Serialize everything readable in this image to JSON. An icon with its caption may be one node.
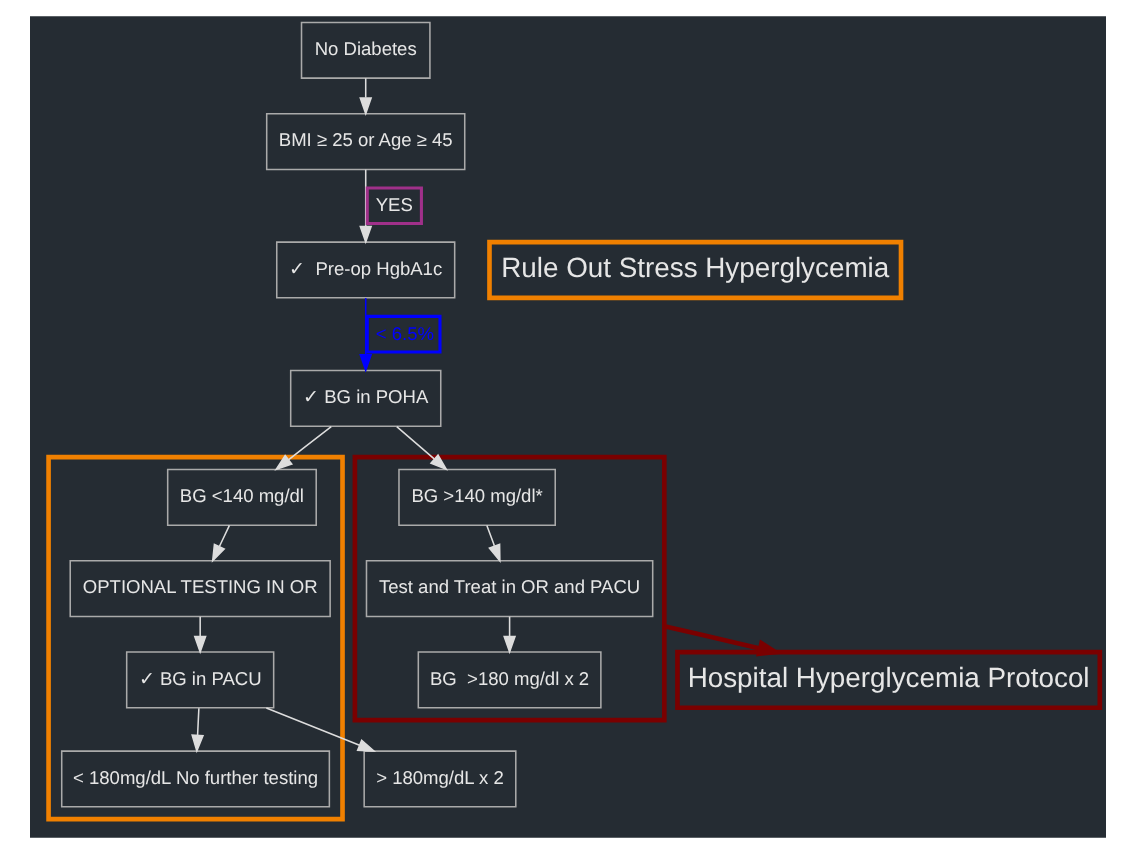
{
  "diagram": {
    "nodes": [
      {
        "text": [
          "No Diabetes"
        ]
      },
      {
        "text": [
          "BMI ≥ 25 or Age ≥ 45"
        ]
      },
      {
        "text": [
          "✓  Pre-op HgbA1c"
        ]
      },
      {
        "text": [
          "Rule Out Stress Hyperglycemia"
        ]
      },
      {
        "text": [
          "✓ BG in POHA"
        ]
      },
      {
        "text": [],
        "shape": "trapezoid"
      },
      {
        "text": [
          "BG <140 mg/dl"
        ],
        "in": 5
      },
      {
        "text": [
          "OPTIONAL TESTING IN OR"
        ],
        "in": 5
      },
      {
        "text": [
          "✓ BG in PACU"
        ],
        "in": 5
      },
      {
        "text": [
          "< 180mg/dL No further testing"
        ],
        "in": 5
      },
      {
        "text": [],
        "shape": "trapezoid"
      },
      {
        "text": [
          "BG >140 mg/dl*"
        ],
        "in": 10
      },
      {
        "text": [
          "Test and Treat in OR and PACU"
        ],
        "in": 10
      },
      {
        "text": [
          "BG  >180 mg/dl x 2"
        ],
        "in": 10
      },
      {
        "text": [
          "> 180mg/dL x 2"
        ]
      },
      {
        "text": [
          "Hospital Hyperglycemia Protocol"
        ]
      }
    ],
    "edges": [
      {
        "from": 0,
        "to": 1,
        "arrow": "to"
      },
      {
        "from": 1,
        "to": 2,
        "arrow": "to",
        "label": "YES"
      },
      {
        "from": 2,
        "to": 4,
        "arrow": "to",
        "label": "< 6.5%",
        "color": "#0000ff"
      },
      {
        "from": 4,
        "to": 6,
        "arrow": "to"
      },
      {
        "from": 4,
        "to": 11,
        "arrow": "to"
      },
      {
        "from": 6,
        "to": 7,
        "arrow": "to"
      },
      {
        "from": 7,
        "to": 8,
        "arrow": "to"
      },
      {
        "from": 8,
        "to": 9,
        "arrow": "to"
      },
      {
        "from": 8,
        "to": 14,
        "arrow": "to"
      },
      {
        "from": 11,
        "to": 12,
        "arrow": "to"
      },
      {
        "from": 12,
        "to": 13,
        "arrow": "to"
      },
      {
        "from": 10,
        "to": 15,
        "arrow": "to",
        "style": "thick",
        "color": "#7a0000"
      }
    ]
  }
}
